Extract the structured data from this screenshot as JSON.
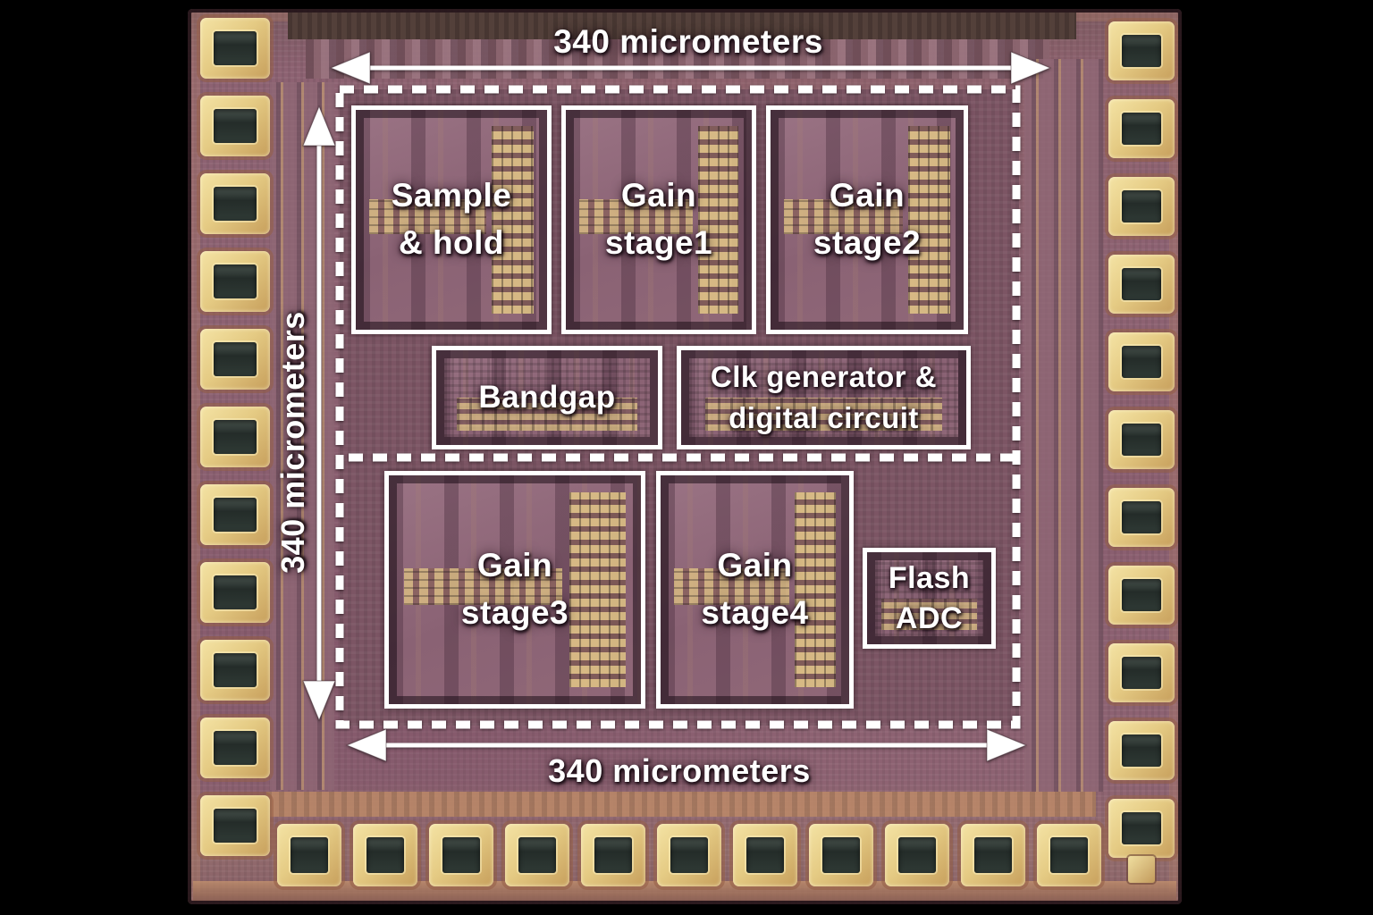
{
  "dimensions": {
    "top": "340 micrometers",
    "left": "340 micrometers",
    "bottom": "340 micrometers"
  },
  "blocks": {
    "sample_hold": {
      "line1": "Sample",
      "line2": "& hold"
    },
    "gain_stage1": {
      "line1": "Gain",
      "line2": "stage1"
    },
    "gain_stage2": {
      "line1": "Gain",
      "line2": "stage2"
    },
    "bandgap": {
      "line1": "Bandgap"
    },
    "clk_generator": {
      "line1": "Clk generator &",
      "line2": "digital circuit"
    },
    "gain_stage3": {
      "line1": "Gain",
      "line2": "stage3"
    },
    "gain_stage4": {
      "line1": "Gain",
      "line2": "stage4"
    },
    "flash_adc": {
      "line1": "Flash",
      "line2": "ADC"
    }
  },
  "colors": {
    "background": "#000000",
    "die_base": "#8d6272",
    "die_dark_band": "#53403a",
    "core_tint": "#7c5564",
    "pad_gold": "#ecd792",
    "pad_well": "#2f3a36",
    "copper_ring": "#bd8a68",
    "annotation_white": "#ffffff"
  }
}
